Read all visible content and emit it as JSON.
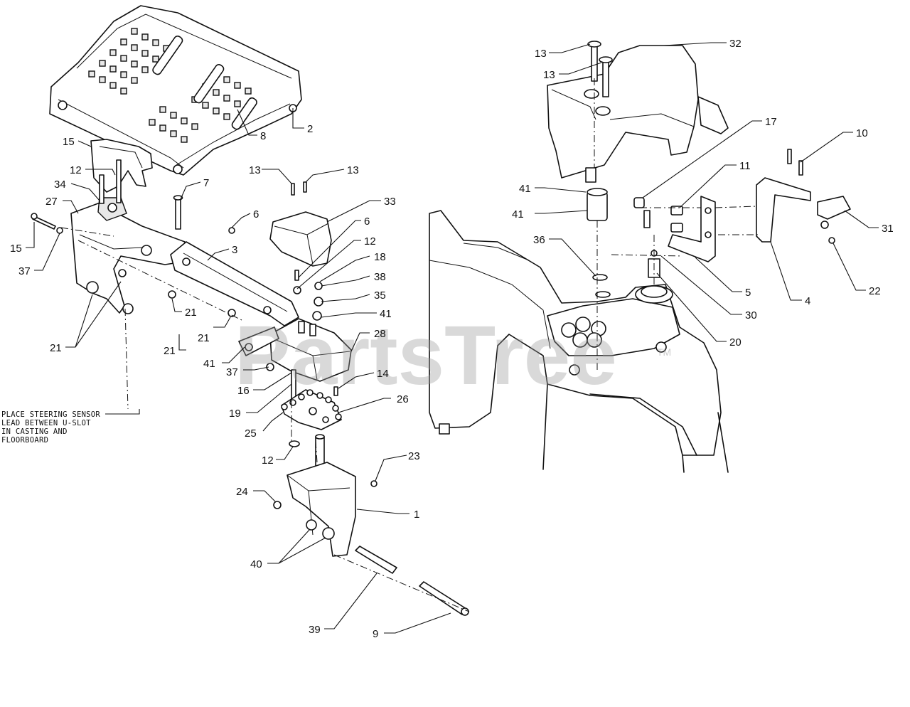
{
  "note": {
    "lines": [
      "PLACE STEERING SENSOR",
      "LEAD BETWEEN U-SLOT",
      "IN CASTING AND",
      "FLOORBOARD"
    ]
  },
  "watermark": {
    "text": "PartsTree",
    "tm": "TM"
  },
  "callouts": [
    {
      "id": "c-2",
      "text": "2"
    },
    {
      "id": "c-8",
      "text": "8"
    },
    {
      "id": "c-15a",
      "text": "15"
    },
    {
      "id": "c-12a",
      "text": "12"
    },
    {
      "id": "c-7",
      "text": "7"
    },
    {
      "id": "c-34",
      "text": "34"
    },
    {
      "id": "c-27",
      "text": "27"
    },
    {
      "id": "c-15b",
      "text": "15"
    },
    {
      "id": "c-37a",
      "text": "37"
    },
    {
      "id": "c-6a",
      "text": "6"
    },
    {
      "id": "c-3",
      "text": "3"
    },
    {
      "id": "c-21a",
      "text": "21"
    },
    {
      "id": "c-21b",
      "text": "21"
    },
    {
      "id": "c-21c",
      "text": "21"
    },
    {
      "id": "c-21d",
      "text": "21"
    },
    {
      "id": "c-13a",
      "text": "13"
    },
    {
      "id": "c-13b",
      "text": "13"
    },
    {
      "id": "c-33",
      "text": "33"
    },
    {
      "id": "c-6b",
      "text": "6"
    },
    {
      "id": "c-12b",
      "text": "12"
    },
    {
      "id": "c-18",
      "text": "18"
    },
    {
      "id": "c-38",
      "text": "38"
    },
    {
      "id": "c-35",
      "text": "35"
    },
    {
      "id": "c-41a",
      "text": "41"
    },
    {
      "id": "c-28",
      "text": "28"
    },
    {
      "id": "c-41b",
      "text": "41"
    },
    {
      "id": "c-37b",
      "text": "37"
    },
    {
      "id": "c-16",
      "text": "16"
    },
    {
      "id": "c-14",
      "text": "14"
    },
    {
      "id": "c-19",
      "text": "19"
    },
    {
      "id": "c-26",
      "text": "26"
    },
    {
      "id": "c-25",
      "text": "25"
    },
    {
      "id": "c-12c",
      "text": "12"
    },
    {
      "id": "c-23",
      "text": "23"
    },
    {
      "id": "c-24",
      "text": "24"
    },
    {
      "id": "c-1",
      "text": "1"
    },
    {
      "id": "c-40",
      "text": "40"
    },
    {
      "id": "c-39",
      "text": "39"
    },
    {
      "id": "c-9",
      "text": "9"
    },
    {
      "id": "c-13c",
      "text": "13"
    },
    {
      "id": "c-13d",
      "text": "13"
    },
    {
      "id": "c-32",
      "text": "32"
    },
    {
      "id": "c-17",
      "text": "17"
    },
    {
      "id": "c-10",
      "text": "10"
    },
    {
      "id": "c-11",
      "text": "11"
    },
    {
      "id": "c-41c",
      "text": "41"
    },
    {
      "id": "c-41d",
      "text": "41"
    },
    {
      "id": "c-36",
      "text": "36"
    },
    {
      "id": "c-31",
      "text": "31"
    },
    {
      "id": "c-5",
      "text": "5"
    },
    {
      "id": "c-22",
      "text": "22"
    },
    {
      "id": "c-4",
      "text": "4"
    },
    {
      "id": "c-30",
      "text": "30"
    },
    {
      "id": "c-20",
      "text": "20"
    }
  ]
}
